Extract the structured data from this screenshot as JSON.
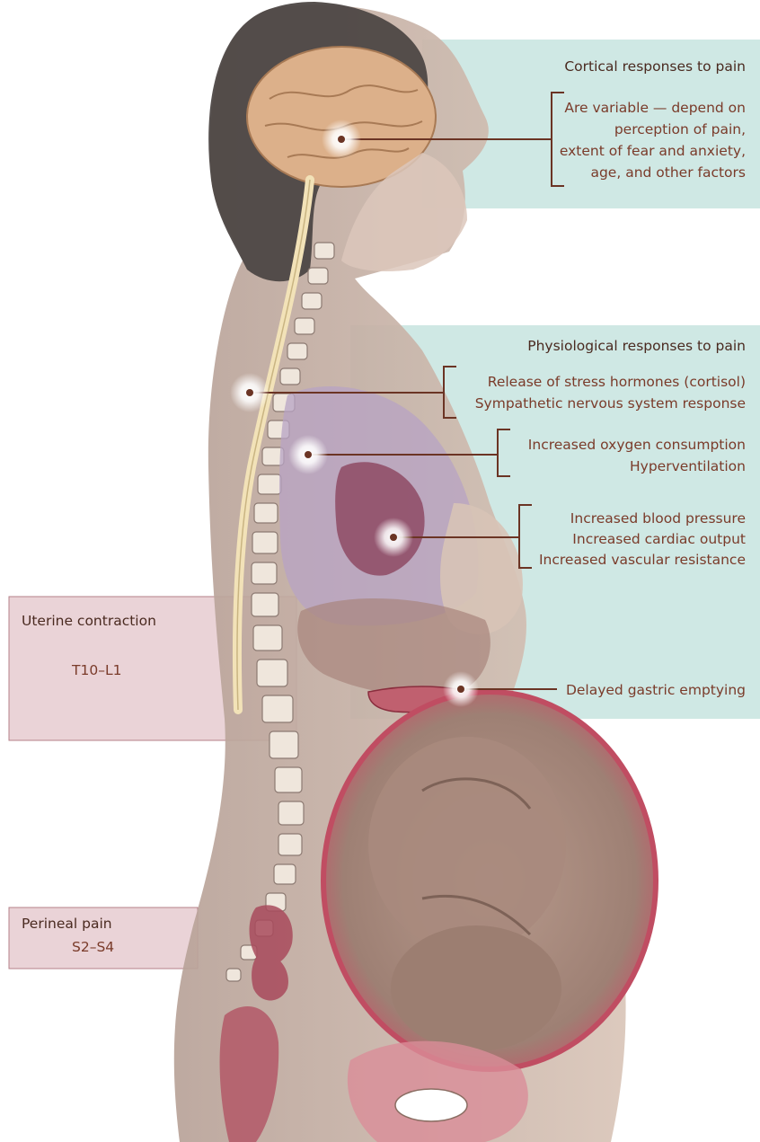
{
  "cortical": {
    "heading": "Cortical responses to pain",
    "lines": [
      "Are variable — depend on",
      "perception of pain,",
      "extent of fear and anxiety,",
      "age, and other factors"
    ]
  },
  "physiological": {
    "heading": "Physiological responses to pain",
    "groups": [
      {
        "lines": [
          "Release of stress hormones (cortisol)",
          "Sympathetic nervous system response"
        ]
      },
      {
        "lines": [
          "Increased oxygen consumption",
          "Hyperventilation"
        ]
      },
      {
        "lines": [
          "Increased blood pressure",
          "Increased cardiac output",
          "Increased vascular resistance"
        ]
      },
      {
        "lines": [
          "Delayed gastric emptying"
        ]
      }
    ]
  },
  "uterine": {
    "title": "Uterine contraction",
    "segments": "T10–L1"
  },
  "perineal": {
    "title": "Perineal pain",
    "segments": "S2–S4"
  },
  "colors": {
    "teal_panel": "#cfe8e4",
    "pink_panel": "#ead3d7",
    "leader_line": "#6b3424",
    "label_text": "#7a3b2a"
  }
}
